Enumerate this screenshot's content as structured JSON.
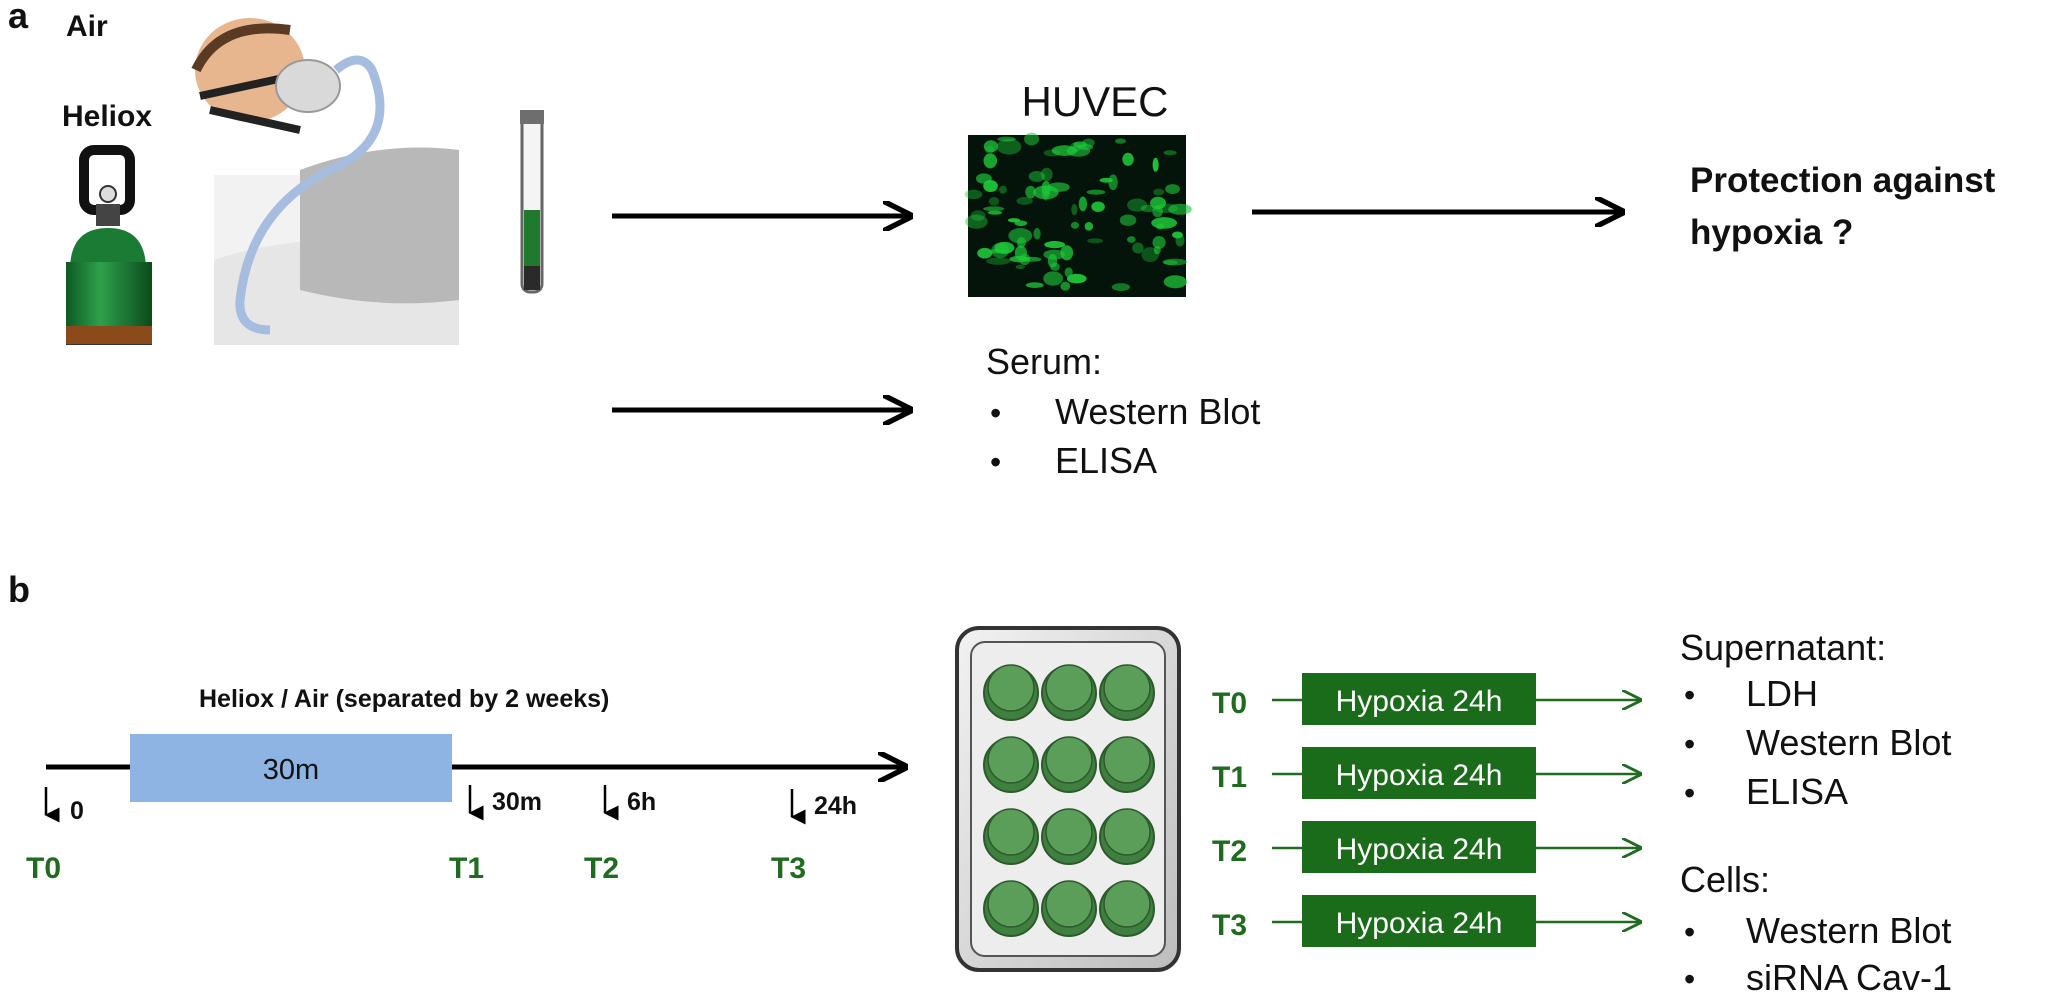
{
  "panel_a": {
    "letter": "a",
    "gas_air": "Air",
    "gas_heliox": "Heliox",
    "cell_title": "HUVEC",
    "outcome_line1": "Protection against",
    "outcome_line2": "hypoxia ?",
    "serum_title": "Serum:",
    "serum_items": [
      "Western Blot",
      "ELISA"
    ]
  },
  "panel_b": {
    "letter": "b",
    "exposure_label": "Heliox / Air (separated by 2 weeks)",
    "exposure_duration": "30m",
    "timepoints": [
      {
        "id": "T0",
        "time": "0"
      },
      {
        "id": "T1",
        "time": "30m"
      },
      {
        "id": "T2",
        "time": "6h"
      },
      {
        "id": "T3",
        "time": "24h"
      }
    ],
    "hypoxia_rows": [
      {
        "id": "T0",
        "box": "Hypoxia 24h"
      },
      {
        "id": "T1",
        "box": "Hypoxia 24h"
      },
      {
        "id": "T2",
        "box": "Hypoxia 24h"
      },
      {
        "id": "T3",
        "box": "Hypoxia 24h"
      }
    ],
    "supernatant_title": "Supernatant:",
    "supernatant_items": [
      "LDH",
      "Western Blot",
      "ELISA"
    ],
    "cells_title": "Cells:",
    "cells_items": [
      "Western Blot",
      "siRNA Cav-1"
    ]
  },
  "colors": {
    "green_label": "#1f6b1f",
    "hypoxia_box": "#1a6b1a",
    "exposure_box": "#8db4e2",
    "cell_image": "#1fc83a",
    "well": "#5a9e5a"
  }
}
